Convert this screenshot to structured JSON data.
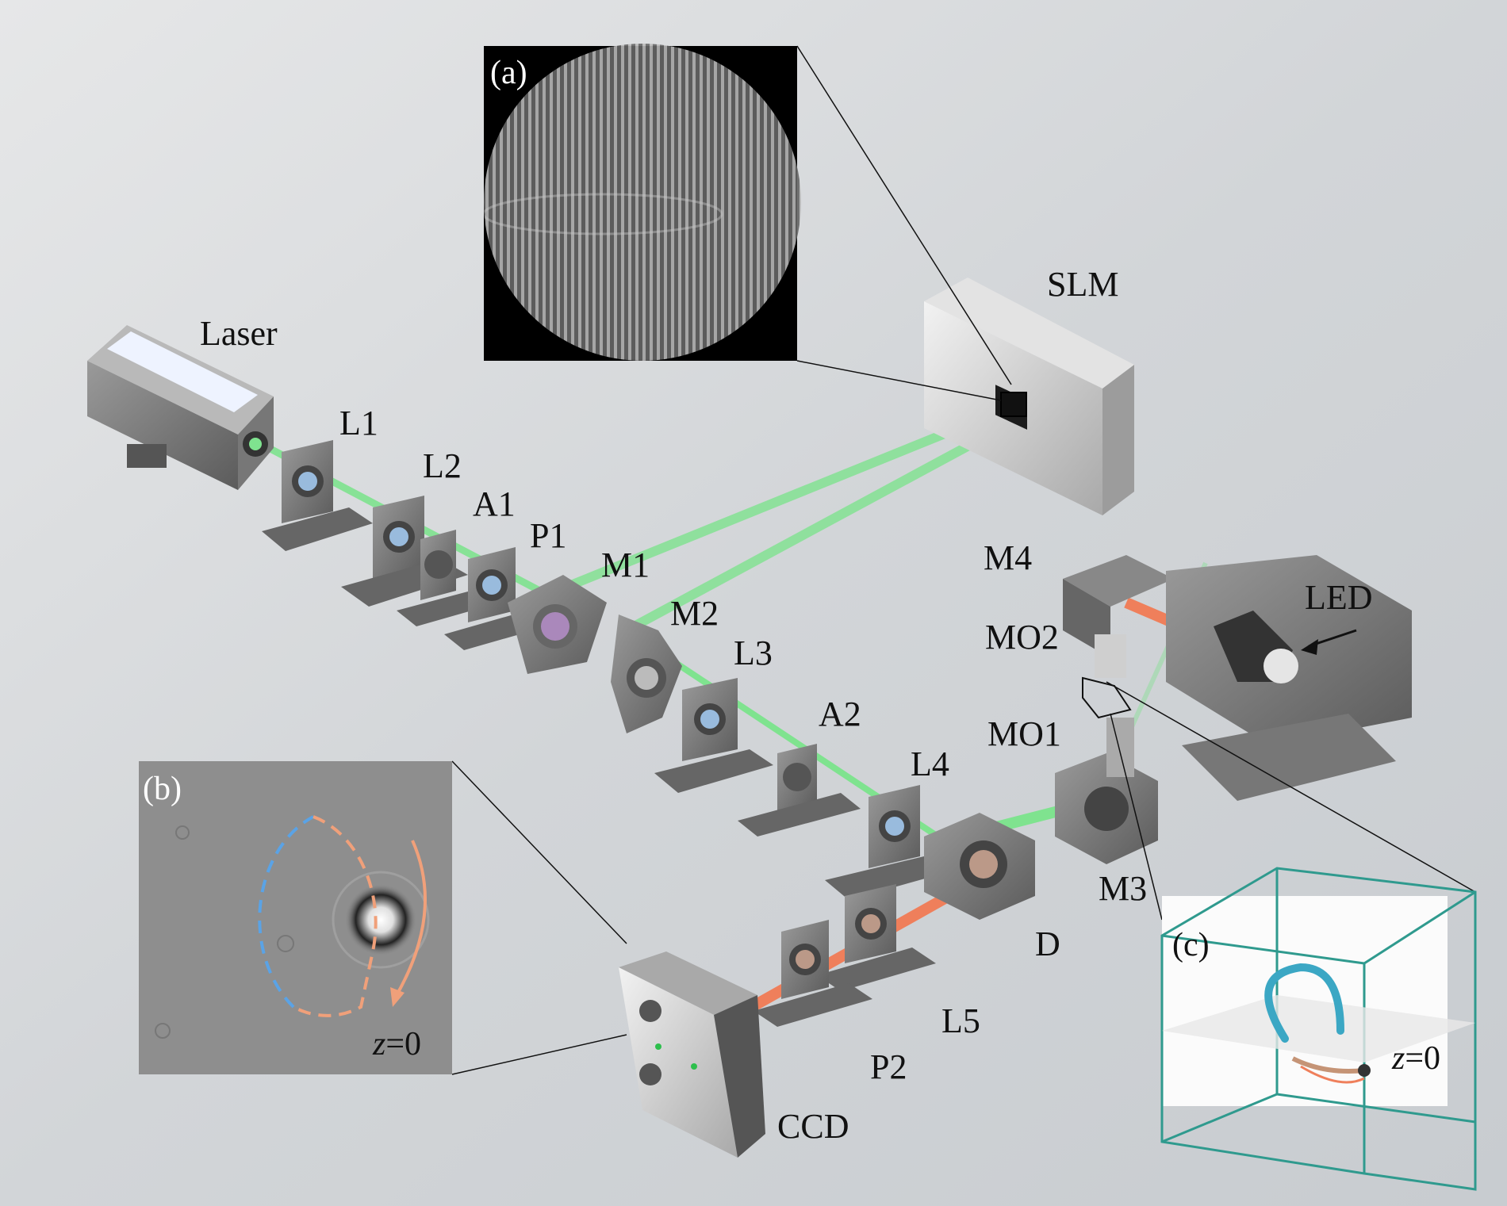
{
  "components": {
    "laser": "Laser",
    "l1": "L1",
    "l2": "L2",
    "a1": "A1",
    "p1": "P1",
    "m1": "M1",
    "m2": "M2",
    "l3": "L3",
    "a2": "A2",
    "l4": "L4",
    "slm": "SLM",
    "m4": "M4",
    "mo2": "MO2",
    "mo1": "MO1",
    "led": "LED",
    "m3": "M3",
    "d": "D",
    "l5": "L5",
    "p2": "P2",
    "ccd": "CCD"
  },
  "insets": {
    "a": {
      "label": "(a)"
    },
    "b": {
      "label": "(b)",
      "z_prefix": "z",
      "z_value": "=0"
    },
    "c": {
      "label": "(c)",
      "z_prefix": "z",
      "z_value": "=0"
    }
  },
  "colors": {
    "green_beam": "#7fe38f",
    "red_beam": "#ef7f5b",
    "teal_box": "#2f9a8e",
    "blue_dash": "#5aa3e6",
    "orange_dash": "#f0a07a",
    "cyan_arc": "#3ba7c4"
  }
}
